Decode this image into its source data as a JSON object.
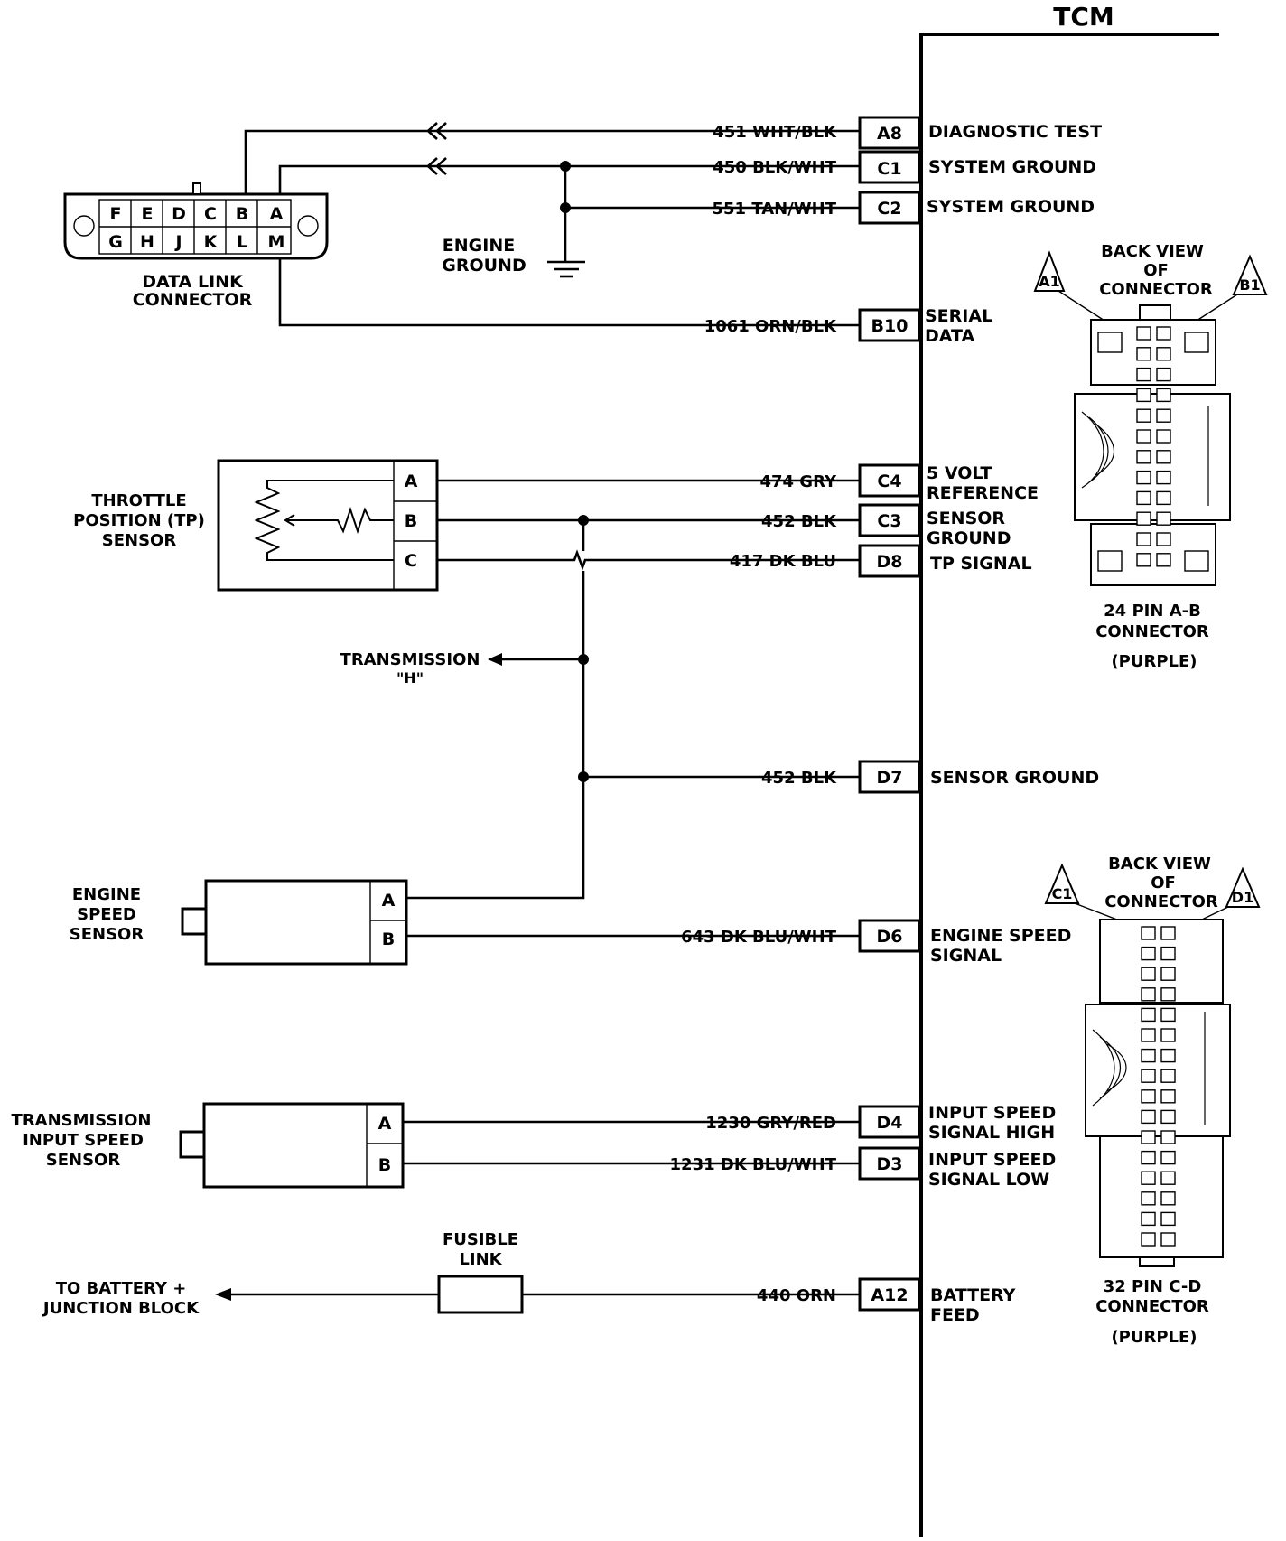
{
  "tcm_title": "TCM",
  "data_link_connector": {
    "label_line1": "DATA LINK",
    "label_line2": "CONNECTOR",
    "pins_top": [
      "F",
      "E",
      "D",
      "C",
      "B",
      "A"
    ],
    "pins_bottom": [
      "G",
      "H",
      "J",
      "K",
      "L",
      "M"
    ]
  },
  "engine_ground": {
    "line1": "ENGINE",
    "line2": "GROUND"
  },
  "tp_sensor": {
    "line1": "THROTTLE",
    "line2": "POSITION (TP)",
    "line3": "SENSOR",
    "pins": [
      "A",
      "B",
      "C"
    ]
  },
  "transmission_h": {
    "line1": "TRANSMISSION",
    "line2": "\"H\""
  },
  "engine_speed_sensor": {
    "line1": "ENGINE",
    "line2": "SPEED",
    "line3": "SENSOR",
    "pins": [
      "A",
      "B"
    ]
  },
  "input_speed_sensor": {
    "line1": "TRANSMISSION",
    "line2": "INPUT SPEED",
    "line3": "SENSOR",
    "pins": [
      "A",
      "B"
    ]
  },
  "fusible_link": {
    "line1": "FUSIBLE",
    "line2": "LINK"
  },
  "battery_junction": {
    "line1": "TO BATTERY +",
    "line2": "JUNCTION BLOCK"
  },
  "circuits": [
    {
      "wire": "451 WHT/BLK",
      "pin": "A8",
      "function": [
        "DIAGNOSTIC TEST"
      ]
    },
    {
      "wire": "450 BLK/WHT",
      "pin": "C1",
      "function": [
        "SYSTEM GROUND"
      ]
    },
    {
      "wire": "551 TAN/WHT",
      "pin": "C2",
      "function": [
        "SYSTEM GROUND"
      ]
    },
    {
      "wire": "1061 ORN/BLK",
      "pin": "B10",
      "function": [
        "SERIAL",
        "DATA"
      ]
    },
    {
      "wire": "474 GRY",
      "pin": "C4",
      "function": [
        "5 VOLT",
        "REFERENCE"
      ]
    },
    {
      "wire": "452 BLK",
      "pin": "C3",
      "function": [
        "SENSOR",
        "GROUND"
      ]
    },
    {
      "wire": "417 DK BLU",
      "pin": "D8",
      "function": [
        "TP SIGNAL"
      ]
    },
    {
      "wire": "452 BLK",
      "pin": "D7",
      "function": [
        "SENSOR GROUND"
      ]
    },
    {
      "wire": "643 DK BLU/WHT",
      "pin": "D6",
      "function": [
        "ENGINE SPEED",
        "SIGNAL"
      ]
    },
    {
      "wire": "1230 GRY/RED",
      "pin": "D4",
      "function": [
        "INPUT SPEED",
        "SIGNAL HIGH"
      ]
    },
    {
      "wire": "1231 DK BLU/WHT",
      "pin": "D3",
      "function": [
        "INPUT SPEED",
        "SIGNAL LOW"
      ]
    },
    {
      "wire": "440 ORN",
      "pin": "A12",
      "function": [
        "BATTERY",
        "FEED"
      ]
    }
  ],
  "connector_ab": {
    "view_line1": "BACK VIEW",
    "view_line2": "OF",
    "view_line3": "CONNECTOR",
    "marker_left": "A1",
    "marker_right": "B1",
    "name_line1": "24 PIN  A-B",
    "name_line2": "CONNECTOR",
    "color": "(PURPLE)"
  },
  "connector_cd": {
    "view_line1": "BACK VIEW",
    "view_line2": "OF",
    "view_line3": "CONNECTOR",
    "marker_left": "C1",
    "marker_right": "D1",
    "name_line1": "32  PIN C-D",
    "name_line2": "CONNECTOR",
    "color": "(PURPLE)"
  }
}
